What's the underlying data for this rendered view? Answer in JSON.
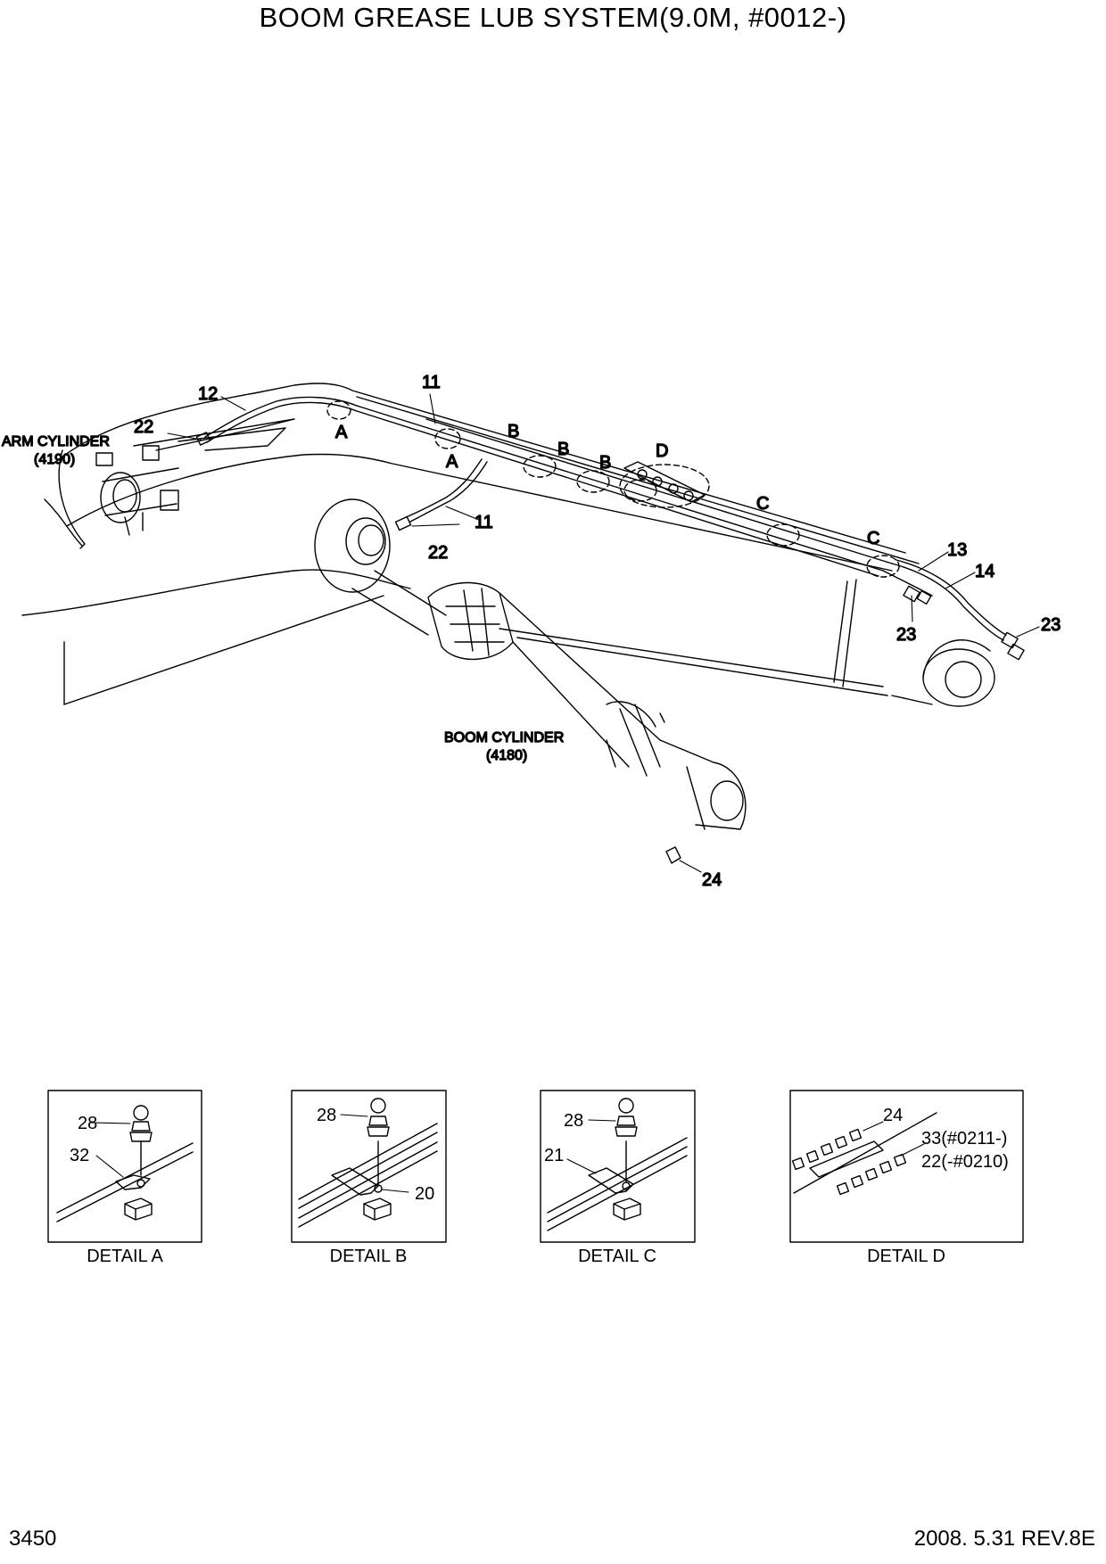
{
  "title": "BOOM GREASE LUB SYSTEM(9.0M, #0012-)",
  "page_number": "3450",
  "revision": "2008. 5.31  REV.8E",
  "main_view": {
    "arm_cylinder_label": "ARM CYLINDER",
    "arm_cylinder_ref": "(4190)",
    "boom_cylinder_label": "BOOM CYLINDER",
    "boom_cylinder_ref": "(4180)",
    "callouts": {
      "p12": "12",
      "p11a": "11",
      "p11b": "11",
      "p22a": "22",
      "p22b": "22",
      "p13": "13",
      "p14": "14",
      "p23a": "23",
      "p23b": "23",
      "p24": "24"
    },
    "detail_refs": {
      "a1": "A",
      "a2": "A",
      "b1": "B",
      "b2": "B",
      "b3": "B",
      "c1": "C",
      "c2": "C",
      "d1": "D"
    }
  },
  "details": {
    "a": {
      "caption": "DETAIL  A",
      "bolt": "28",
      "clamp": "32"
    },
    "b": {
      "caption": "DETAIL  B",
      "bolt": "28",
      "clamp": "20"
    },
    "c": {
      "caption": "DETAIL  C",
      "bolt": "28",
      "clamp": "21"
    },
    "d": {
      "caption": "DETAIL  D",
      "fitting": "24",
      "alt1": "33(#0211-)",
      "alt2": "22(-#0210)"
    }
  }
}
